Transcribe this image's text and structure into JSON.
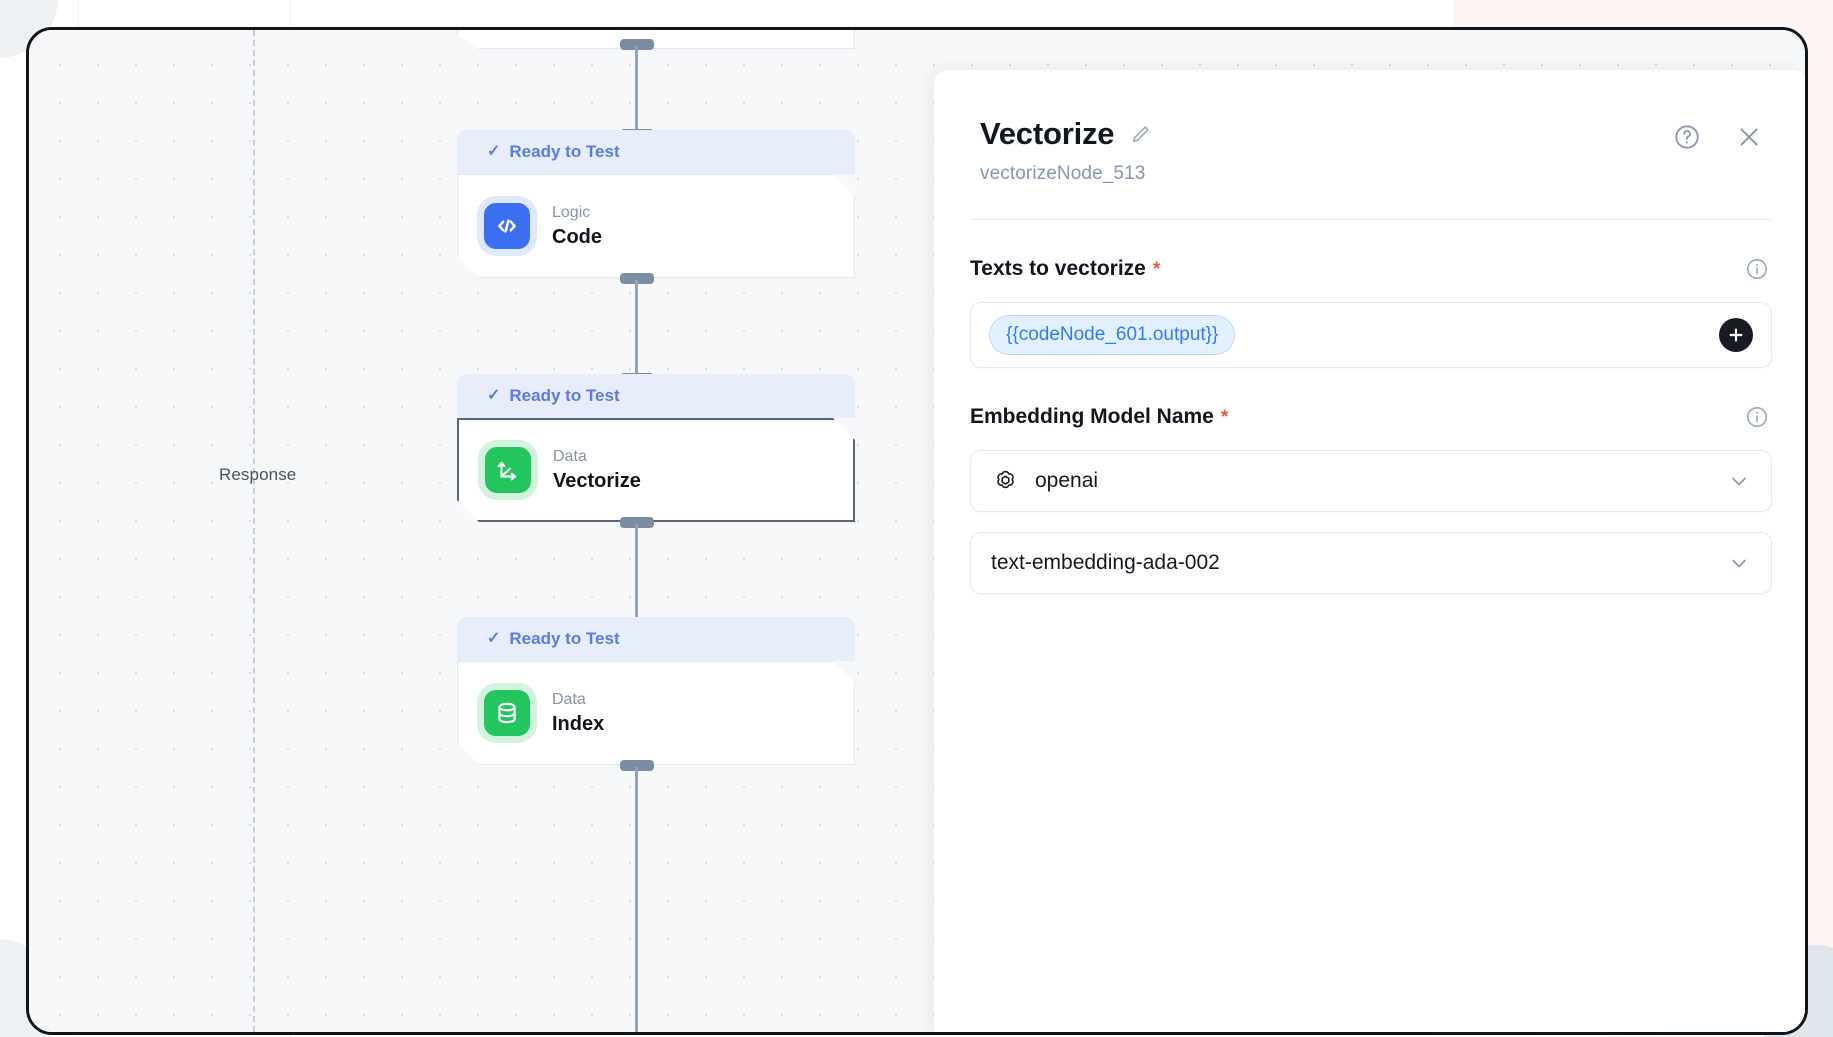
{
  "canvas": {
    "response_label": "Response",
    "nodes": [
      {
        "status": "Ready to Test",
        "category": "Logic",
        "title": "Code",
        "icon": "code-brackets-icon",
        "selected": false
      },
      {
        "status": "Ready to Test",
        "category": "Data",
        "title": "Vectorize",
        "icon": "vector-axes-icon",
        "selected": true
      },
      {
        "status": "Ready to Test",
        "category": "Data",
        "title": "Index",
        "icon": "database-icon",
        "selected": false
      }
    ]
  },
  "panel": {
    "title": "Vectorize",
    "subtitle": "vectorizeNode_513",
    "edit_icon": "pencil-icon",
    "help_icon": "help-circle-icon",
    "close_icon": "close-icon",
    "fields": {
      "texts": {
        "label": "Texts to vectorize",
        "required_marker": "*",
        "info_icon": "info-icon",
        "chip_value": "{{codeNode_601.output}}",
        "add_icon": "plus-icon"
      },
      "embedding_model": {
        "label": "Embedding Model Name",
        "required_marker": "*",
        "info_icon": "info-icon",
        "provider": "openai",
        "provider_icon": "openai-logo-icon",
        "model": "text-embedding-ada-002",
        "chevron_icon": "chevron-down-icon"
      }
    }
  },
  "colors": {
    "accent_blue": "#5b7cde",
    "chip_blue": "#2f7df4",
    "node_logic": "#3b6ef0",
    "node_data": "#22c55e",
    "required_red": "#e8553f",
    "canvas_bg": "#f7f8fa"
  }
}
